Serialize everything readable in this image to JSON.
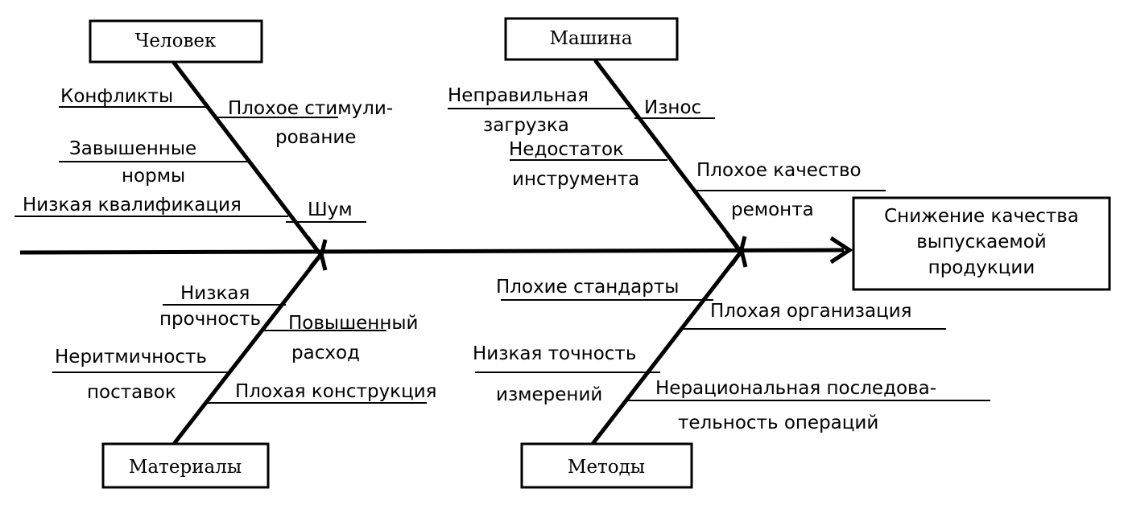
{
  "effect": {
    "line1": "Снижение качества",
    "line2": "выпускаемой",
    "line3": "продукции"
  },
  "categories": {
    "person": "Человек",
    "machine": "Машина",
    "materials": "Материалы",
    "methods": "Методы"
  },
  "causes": {
    "conflicts": "Конфликты",
    "poor_incentive_1": "Плохое стимули-",
    "poor_incentive_2": "рование",
    "high_norms_1": "Завышенные",
    "high_norms_2": "нормы",
    "low_qualification": "Низкая квалификация",
    "noise": "Шум",
    "wrong_loading_1": "Неправильная",
    "wrong_loading_2": "загрузка",
    "wear": "Износ",
    "tool_shortage_1": "Недостаток",
    "tool_shortage_2": "инструмента",
    "poor_repair_1": "Плохое качество",
    "poor_repair_2": "ремонта",
    "low_strength_1": "Низкая",
    "low_strength_2": "прочность",
    "high_consumption_1": "Повышенный",
    "high_consumption_2": "расход",
    "irregular_supply_1": "Неритмичность",
    "irregular_supply_2": "поставок",
    "poor_design": "Плохая конструкция",
    "poor_standards": "Плохие стандарты",
    "poor_organization": "Плохая организация",
    "low_accuracy_1": "Низкая точность",
    "low_accuracy_2": "измерений",
    "irrational_sequence_1": "Нерациональная последова-",
    "irrational_sequence_2": "тельность операций"
  }
}
